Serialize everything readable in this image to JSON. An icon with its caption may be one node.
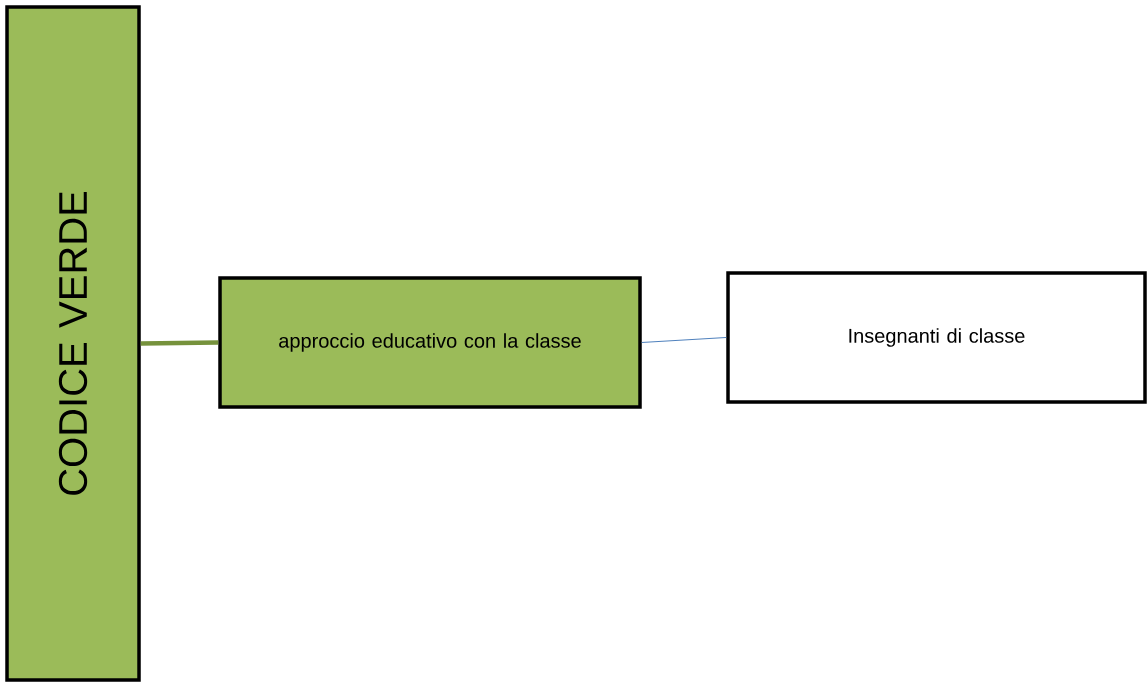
{
  "diagram": {
    "nodes": [
      {
        "text": [
          "CODICE VERDE"
        ]
      },
      {
        "text": [
          "approccio educativo con la classe"
        ]
      },
      {
        "text": [
          "Insegnanti di classe"
        ]
      }
    ],
    "edges": [
      {
        "from": 0,
        "to": 1,
        "arrow": "none",
        "style": "thick",
        "color": "#76923c"
      },
      {
        "from": 1,
        "to": 2,
        "arrow": "none",
        "color": "#4f81bd"
      }
    ]
  }
}
